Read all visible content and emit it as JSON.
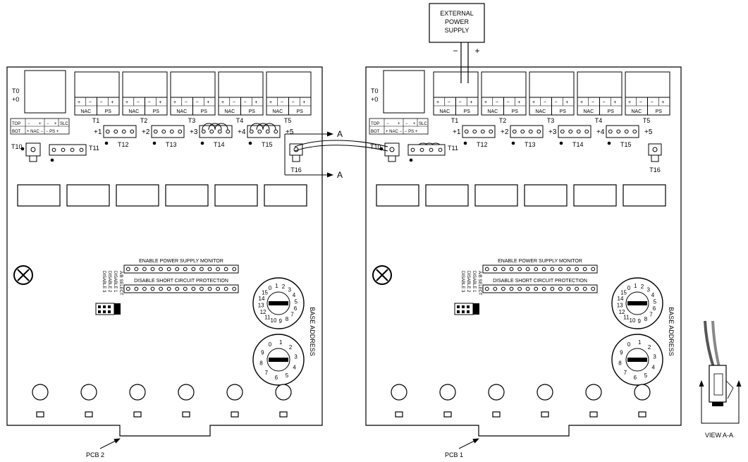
{
  "external_supply": {
    "line1": "EXTERNAL",
    "line2": "POWER",
    "line3": "SUPPLY",
    "minus": "−",
    "plus": "+"
  },
  "section_marker": "A",
  "view_label": "VIEW A-A",
  "boards": [
    {
      "label": "PCB 2",
      "t0": "T0",
      "t0_sub": "+0",
      "terms": [
        "T1",
        "T2",
        "T3",
        "T4",
        "T5"
      ],
      "plus": [
        "+1",
        "+2",
        "+3",
        "+4",
        "+5"
      ],
      "headers": [
        "T12",
        "T13",
        "T14",
        "T15"
      ],
      "t10": "T10",
      "t11": "T11",
      "t16": "T16"
    },
    {
      "label": "PCB 1",
      "t0": "T0",
      "t0_sub": "+0",
      "terms": [
        "T1",
        "T2",
        "T3",
        "T4",
        "T5"
      ],
      "plus": [
        "+1",
        "+2",
        "+3",
        "+4",
        "+5"
      ],
      "headers": [
        "T12",
        "T13",
        "T14",
        "T15"
      ],
      "t10": "T10",
      "t11": "T11",
      "t16": "T16"
    }
  ],
  "common": {
    "term_signs": [
      "+",
      "−",
      "−",
      "+"
    ],
    "nac": "NAC",
    "ps": "PS",
    "legend": {
      "top": "TOP",
      "bot": "BOT",
      "slc": "SLC",
      "bot_nac": "+ NAC −",
      "bot_ps": "− PS +",
      "top_signs": [
        "−",
        "+",
        "−",
        "+"
      ]
    },
    "enable_monitor": "ENABLE POWER SUPPLY MONITOR",
    "disable_short": "DISABLE SHORT CIRCUIT PROTECTION",
    "dip_labels": [
      "A/B SELECT",
      "DISABLE 1",
      "DISABLE 2",
      "DISABLE 3"
    ],
    "base_address": "BASE ADDRESS",
    "dial_upper": [
      "0",
      "1",
      "2",
      "3",
      "4",
      "5",
      "6",
      "7",
      "8",
      "9",
      "10",
      "11",
      "12",
      "13",
      "14",
      "15"
    ],
    "dial_lower": [
      "0",
      "1",
      "2",
      "3",
      "4",
      "5",
      "6",
      "7",
      "8",
      "9"
    ]
  }
}
